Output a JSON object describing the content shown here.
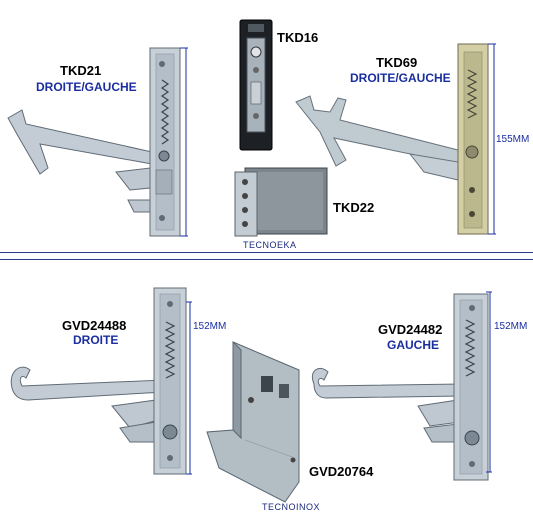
{
  "top": {
    "tkd21": {
      "code": "TKD21",
      "side": "DROITE/GAUCHE"
    },
    "tkd16": {
      "code": "TKD16"
    },
    "tkd69": {
      "code": "TKD69",
      "side": "DROITE/GAUCHE",
      "dimension": "155MM"
    },
    "tkd22": {
      "code": "TKD22"
    },
    "brand": "TECNOEKA"
  },
  "bottom": {
    "gvd24488": {
      "code": "GVD24488",
      "side": "DROITE",
      "dimension": "152MM"
    },
    "gvd24482": {
      "code": "GVD24482",
      "side": "GAUCHE",
      "dimension": "152MM"
    },
    "gvd20764": {
      "code": "GVD20764"
    },
    "brand": "TECNOINOX"
  },
  "colors": {
    "label_blue": "#1a2ea0",
    "rule": "#2a3a8a",
    "metal": "#b9c3cc",
    "metal_dark": "#6f7b86"
  }
}
